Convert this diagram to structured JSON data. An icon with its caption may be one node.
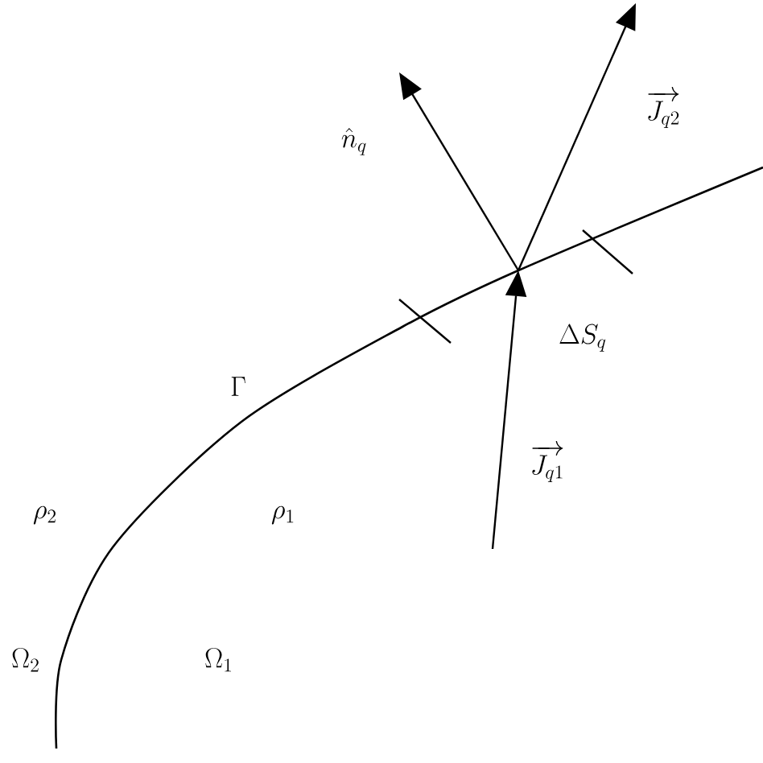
{
  "diagram": {
    "labels": [
      "\\hat{n}_q",
      "\\overrightarrow{J_{q2}}",
      "\\Delta S_q",
      "\\Gamma",
      "\\overrightarrow{J_{q1}}",
      "\\rho_2",
      "\\rho_1",
      "\\Omega_2",
      "\\Omega_1"
    ]
  }
}
